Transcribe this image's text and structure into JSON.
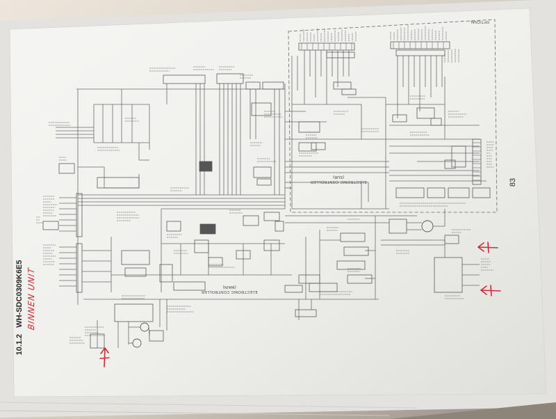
{
  "page": {
    "section": "10.1.2",
    "model": "WH-SDC0309K6E5",
    "page_number": "83"
  },
  "handwriting": {
    "note": "BINNEN UNIT"
  },
  "diagram": {
    "optional_label": "OPTIONAL",
    "main_controller": {
      "line1": "ELECTRONIC CONTROLLER",
      "line2": "(MAIN)"
    },
    "sub_controller": {
      "line1": "ELECTRONIC CONTROLLER",
      "line2": "(SUB)"
    }
  },
  "colors": {
    "ink": "#6a6a6a",
    "print": "#9a9a9a",
    "handwriting": "#d12a33",
    "paper": "#f1f1ef"
  }
}
